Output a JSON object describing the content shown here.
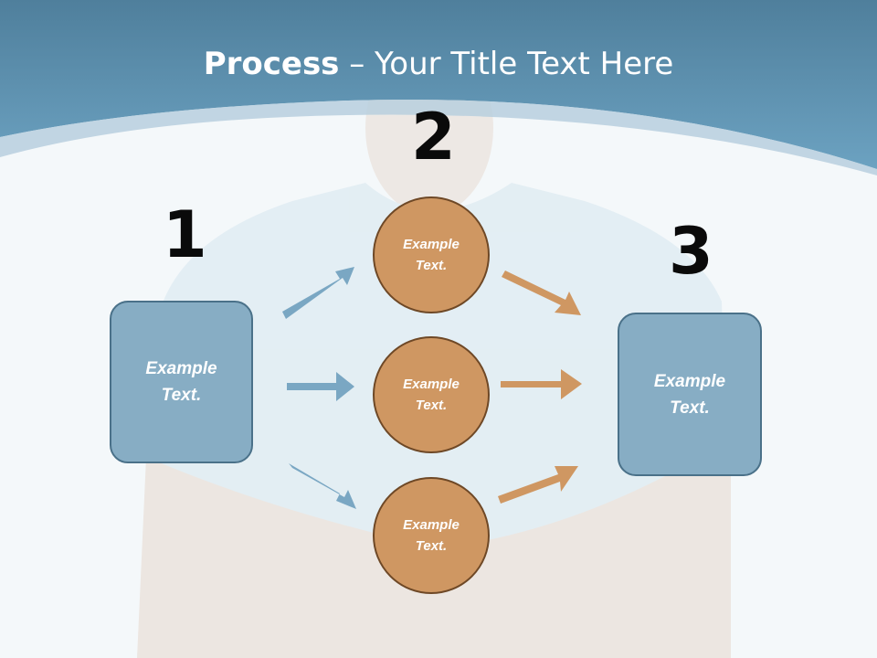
{
  "title": {
    "bold": "Process",
    "rest": " – Your Title Text Here"
  },
  "steps": [
    {
      "number": "1"
    },
    {
      "number": "2"
    },
    {
      "number": "3"
    }
  ],
  "source_box": {
    "line1": "Example",
    "line2": "Text."
  },
  "circles": [
    {
      "line1": "Example",
      "line2": "Text."
    },
    {
      "line1": "Example",
      "line2": "Text."
    },
    {
      "line1": "Example",
      "line2": "Text."
    }
  ],
  "target_box": {
    "line1": "Example",
    "line2": "Text."
  },
  "colors": {
    "header_blue": "#5f93b1",
    "box_fill": "#87adc4",
    "circle_fill": "#cf9762",
    "blue_arrow": "#7aa7c3",
    "orange_arrow": "#cf9762"
  }
}
